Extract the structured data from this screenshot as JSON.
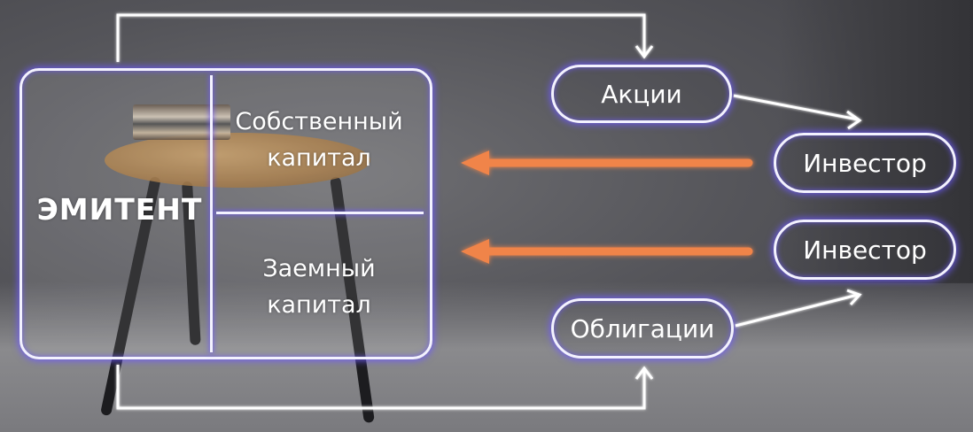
{
  "diagram": {
    "issuer": {
      "label": "ЭМИТЕНТ"
    },
    "equity": {
      "label_line1": "Собственный",
      "label_line2": "капитал"
    },
    "debt": {
      "label_line1": "Заемный",
      "label_line2": "капитал"
    },
    "shares": {
      "label": "Акции"
    },
    "bonds": {
      "label": "Облигации"
    },
    "investor_top": {
      "label": "Инвестор"
    },
    "investor_bottom": {
      "label": "Инвестор"
    }
  },
  "colors": {
    "outline": "#f3f2ff",
    "glow": "#6e5aff",
    "flow_arrow": "#f0844a"
  }
}
